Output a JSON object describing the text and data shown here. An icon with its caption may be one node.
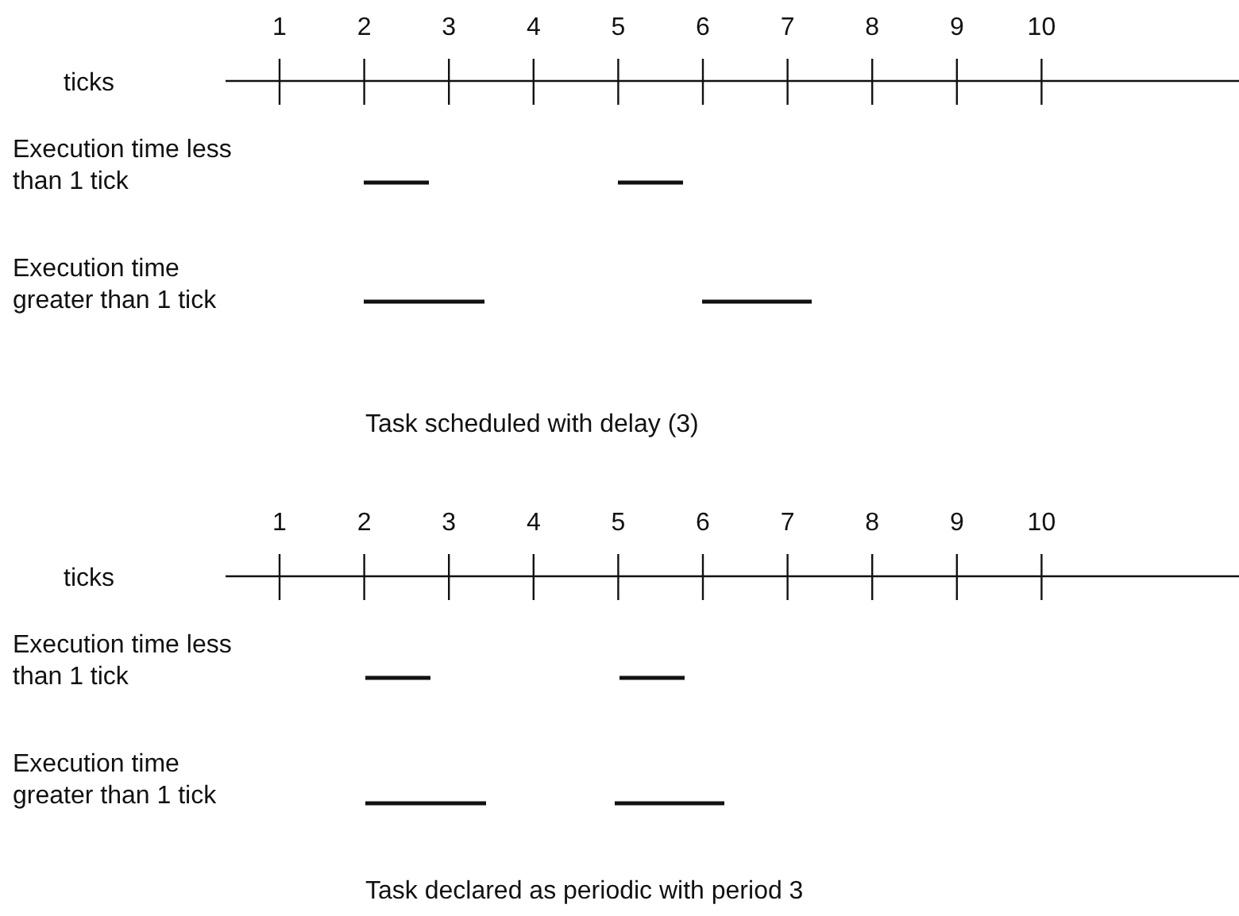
{
  "diagram": {
    "labels": [
      "1",
      "2",
      "3",
      "4",
      "5",
      "6",
      "7",
      "8",
      "9",
      "10",
      "ticks",
      "Execution time less than 1 tick",
      "Execution time greater than 1 tick",
      "Task scheduled with delay (3)",
      "1",
      "2",
      "3",
      "4",
      "5",
      "6",
      "7",
      "8",
      "9",
      "10",
      "ticks",
      "Execution time less than 1 tick",
      "Execution time greater than 1 tick",
      "Task declared as periodic with period 3"
    ]
  }
}
